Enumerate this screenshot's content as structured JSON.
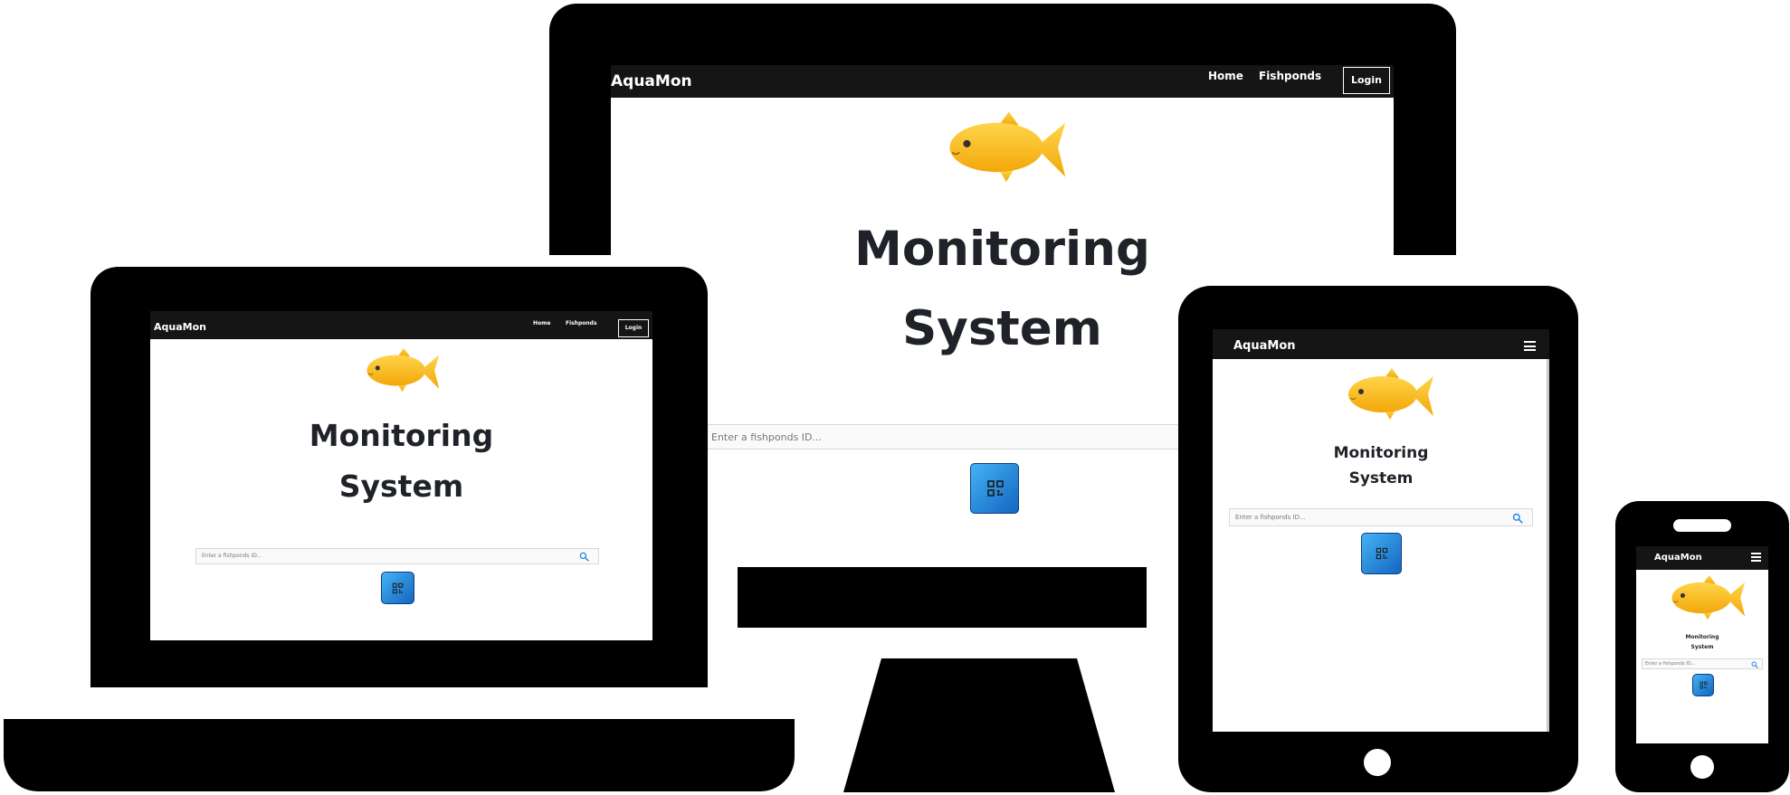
{
  "app": {
    "brand": "AquaMon",
    "heading_line1": "Monitoring",
    "heading_line2": "System",
    "search_placeholder": "Enter a fishponds ID..."
  },
  "navbar": {
    "home_label": "Home",
    "fishponds_label": "Fishponds",
    "login_label": "Login"
  },
  "icons": {
    "fish": "fish-icon",
    "search": "search-icon",
    "qr": "qr-code-icon",
    "menu": "hamburger-menu-icon"
  },
  "colors": {
    "navbar": "#151515",
    "fish_body": "#ffc21a",
    "qr_button": "#1e88e5",
    "search_icon": "#1e88e5",
    "heading_text": "#1f2228"
  }
}
